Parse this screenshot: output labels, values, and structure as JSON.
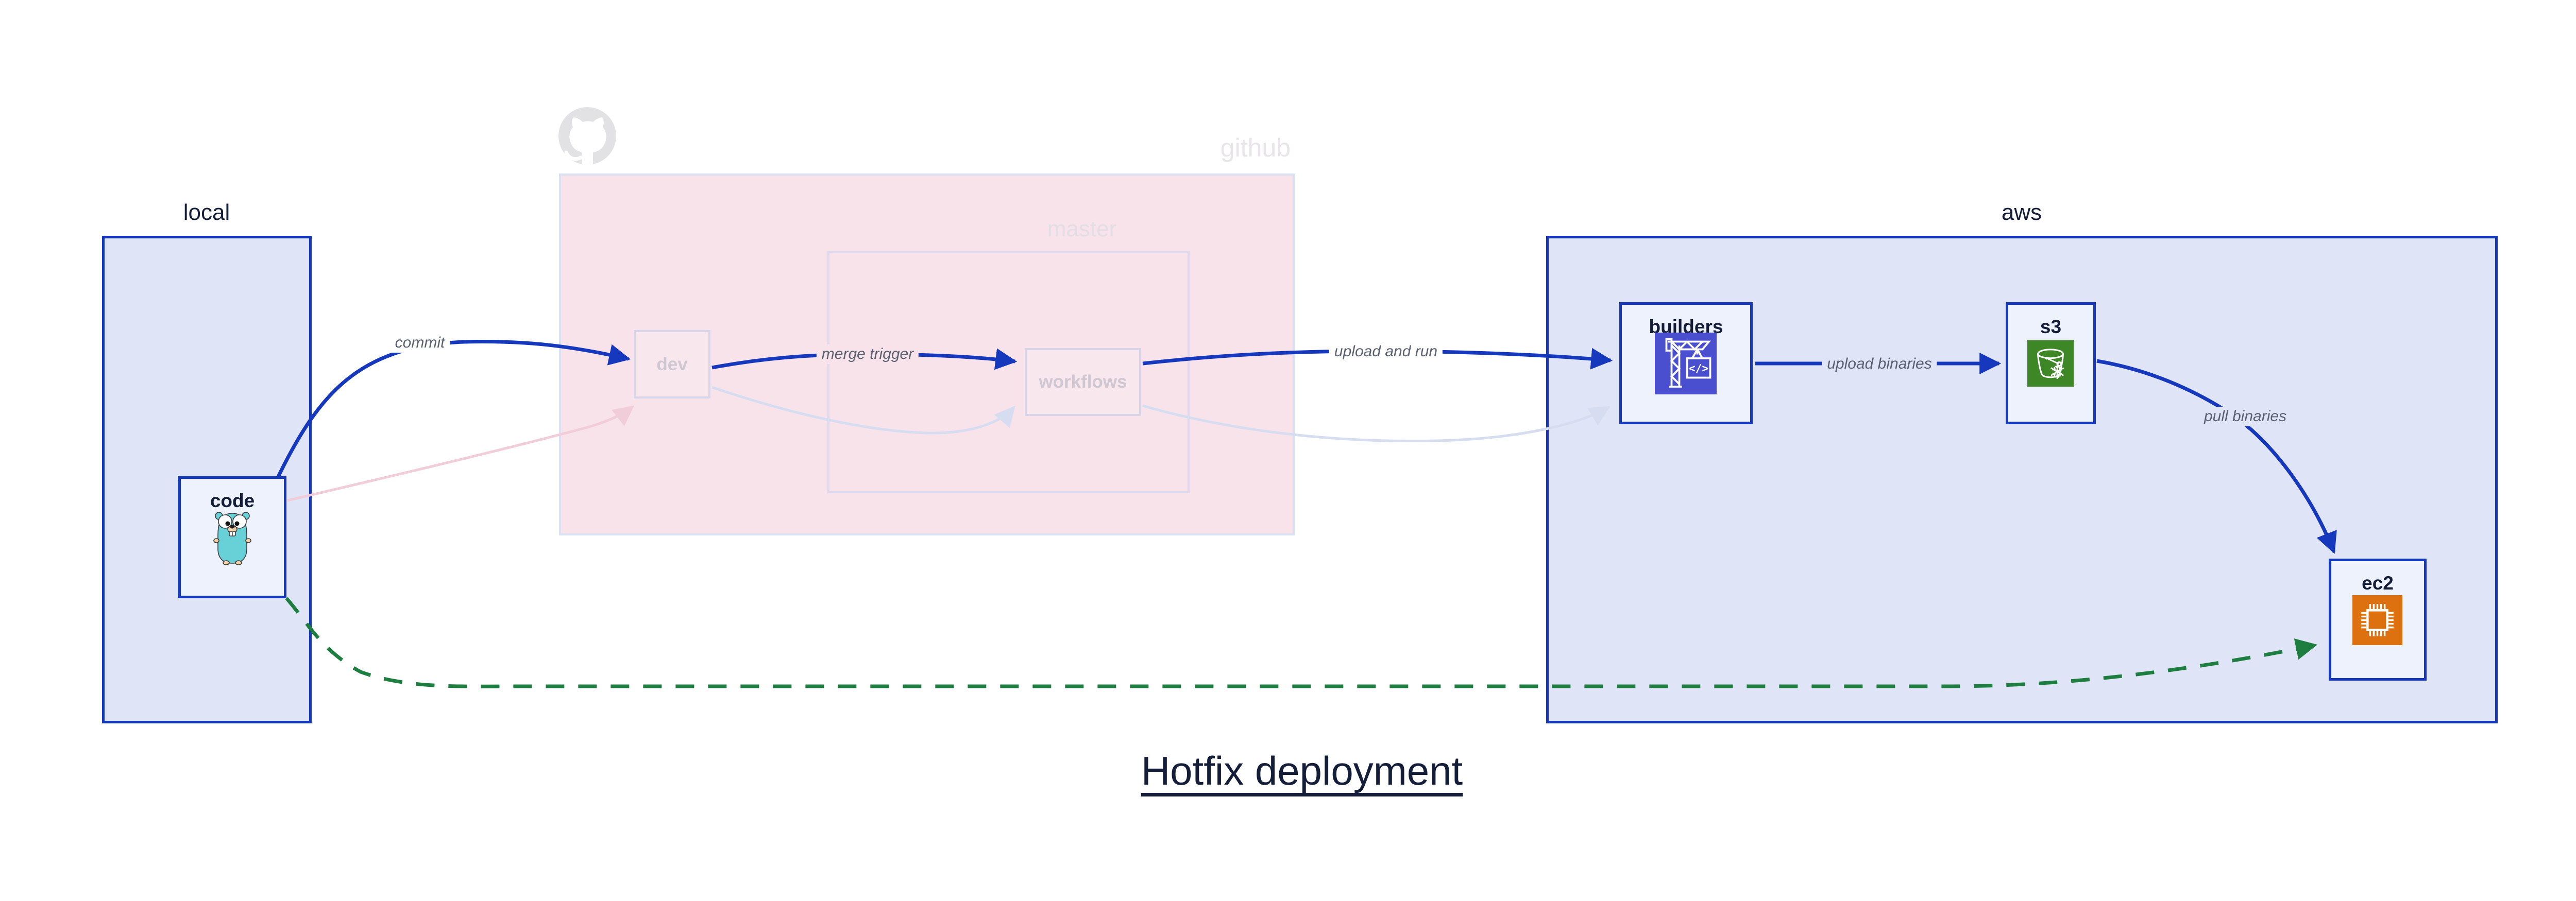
{
  "title": "Hotfix deployment",
  "clusters": {
    "local": {
      "label": "local"
    },
    "github": {
      "label": "github"
    },
    "master": {
      "label": "master"
    },
    "aws": {
      "label": "aws"
    }
  },
  "nodes": {
    "code": {
      "label": "code",
      "icon": "go-gopher-icon"
    },
    "dev": {
      "label": "dev"
    },
    "workflows": {
      "label": "workflows"
    },
    "builders": {
      "label": "builders",
      "icon": "aws-codebuild-icon"
    },
    "s3": {
      "label": "s3",
      "icon": "aws-s3-bucket-icon"
    },
    "ec2": {
      "label": "ec2",
      "icon": "aws-ec2-chip-icon"
    }
  },
  "edges": [
    {
      "from": "code",
      "to": "dev",
      "label": "commit",
      "style": "solid-blue"
    },
    {
      "from": "dev",
      "to": "workflows",
      "label": "merge trigger",
      "style": "solid-blue"
    },
    {
      "from": "workflows",
      "to": "builders",
      "label": "upload and run",
      "style": "solid-blue"
    },
    {
      "from": "builders",
      "to": "s3",
      "label": "upload binaries",
      "style": "solid-blue"
    },
    {
      "from": "s3",
      "to": "ec2",
      "label": "pull binaries",
      "style": "solid-blue"
    },
    {
      "from": "code",
      "to": "dev",
      "label": "",
      "style": "faded-pink"
    },
    {
      "from": "dev",
      "to": "workflows",
      "label": "",
      "style": "faded-lavender"
    },
    {
      "from": "workflows",
      "to": "builders",
      "label": "",
      "style": "faded-lavender"
    },
    {
      "from": "code",
      "to": "ec2",
      "label": "",
      "style": "dashed-green"
    }
  ],
  "colors": {
    "blue": "#1638bd",
    "cluster-fill": "#dfe4f7",
    "node-fill": "#eef2fc",
    "pink-fill": "#f9e3ea",
    "pink-border": "#dbe1f5",
    "pink-node-fill": "#f8e7ed",
    "faded-node-border": "#d9d5e9",
    "master-border": "#ddd8ec",
    "faded-pink": "#f0cdd8",
    "faded-lavender": "#d7ddf1",
    "green": "#1e7e40",
    "label-gray": "#596070",
    "navy-text": "#141e38",
    "faded-text": "#cfc7d1",
    "ghost-text": "#e2dee2",
    "ghost-text2": "#e8e5e8",
    "octocat-gray": "#e2e1e4",
    "codebuild-indigo": "#4a4fd0",
    "s3-green": "#3e8726",
    "ec2-orange": "#dd700f",
    "gopher-teal": "#68d1d8"
  }
}
